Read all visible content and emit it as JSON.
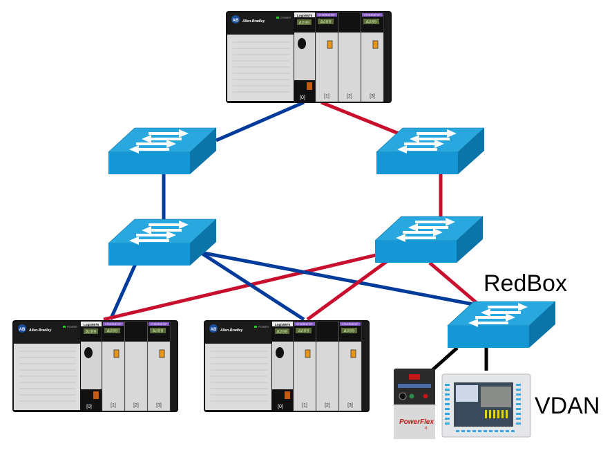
{
  "labels": {
    "redbox": "RedBox",
    "vdan": "VDAN"
  },
  "plc": {
    "brand": "Allen-Bradley",
    "logo": "AB",
    "power": "POWER",
    "controller": "Logix5575",
    "module": "ETHERNET/IP",
    "display": "A#09",
    "slots": [
      "[0]",
      "[1]",
      "[2]",
      "[3]"
    ]
  },
  "drive": {
    "brand": "PowerFlex",
    "model": "4"
  },
  "colors": {
    "ring_a": "#003b9c",
    "ring_b": "#c8102e",
    "link": "#000000",
    "switch_top": "#29a8e0",
    "switch_front": "#1497d4",
    "switch_side": "#0b74a8"
  }
}
